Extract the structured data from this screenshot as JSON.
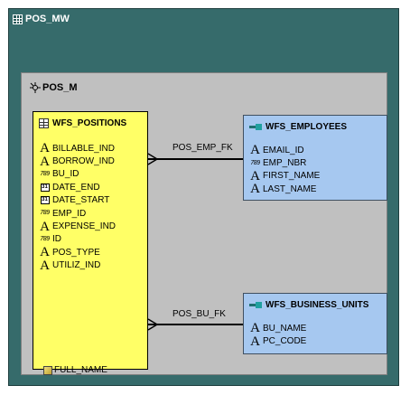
{
  "model": {
    "title": "POS_MW",
    "subarea": {
      "title": "POS_M"
    }
  },
  "tables": {
    "positions": {
      "name": "WFS_POSITIONS",
      "columns": [
        {
          "name": "BILLABLE_IND",
          "type": "text"
        },
        {
          "name": "BORROW_IND",
          "type": "text"
        },
        {
          "name": "BU_ID",
          "type": "number"
        },
        {
          "name": "DATE_END",
          "type": "date"
        },
        {
          "name": "DATE_START",
          "type": "date"
        },
        {
          "name": "EMP_ID",
          "type": "number"
        },
        {
          "name": "EXPENSE_IND",
          "type": "text"
        },
        {
          "name": "ID",
          "type": "number"
        },
        {
          "name": "POS_TYPE",
          "type": "text"
        },
        {
          "name": "UTILIZ_IND",
          "type": "text"
        }
      ]
    },
    "employees": {
      "name": "WFS_EMPLOYEES",
      "columns": [
        {
          "name": "EMAIL_ID",
          "type": "text"
        },
        {
          "name": "EMP_NBR",
          "type": "number"
        },
        {
          "name": "FIRST_NAME",
          "type": "text"
        },
        {
          "name": "LAST_NAME",
          "type": "text"
        }
      ]
    },
    "business_units": {
      "name": "WFS_BUSINESS_UNITS",
      "columns": [
        {
          "name": "BU_NAME",
          "type": "text"
        },
        {
          "name": "PC_CODE",
          "type": "text"
        }
      ]
    }
  },
  "relationships": {
    "emp_fk": "POS_EMP_FK",
    "bu_fk": "POS_BU_FK"
  },
  "footer": {
    "label": "FULL_NAME"
  },
  "type_glyphs": {
    "text": "A",
    "number": "789",
    "date": "31"
  },
  "colors": {
    "outer_bg": "#366b6b",
    "inner_bg": "#c0c0c0",
    "fact_table": "#ffff66",
    "dim_table": "#a6c8f0"
  }
}
